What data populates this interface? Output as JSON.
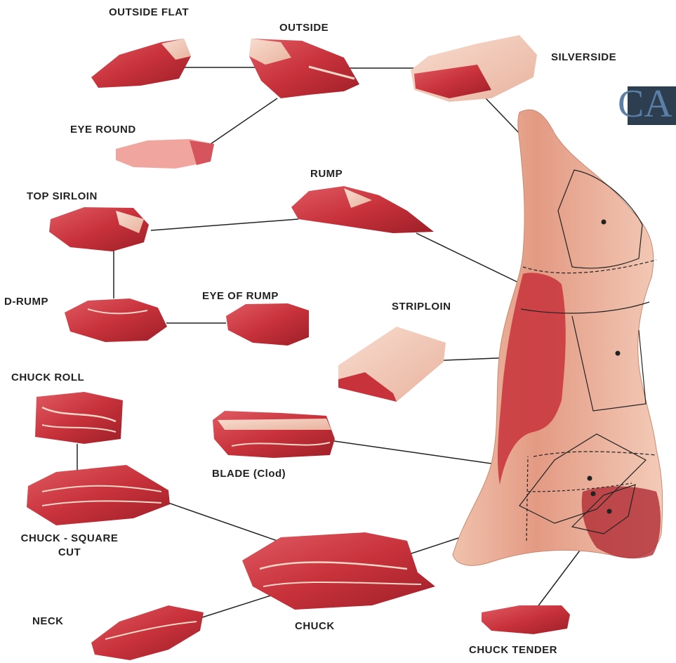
{
  "title_fragment": "CA",
  "labels": {
    "outside_flat": "OUTSIDE FLAT",
    "outside": "OUTSIDE",
    "silverside": "SILVERSIDE",
    "eye_round": "EYE ROUND",
    "rump": "RUMP",
    "top_sirloin": "TOP SIRLOIN",
    "d_rump": "D-RUMP",
    "eye_of_rump": "EYE OF RUMP",
    "striploin": "STRIPLOIN",
    "chuck_roll": "CHUCK ROLL",
    "blade": "BLADE (Clod)",
    "chuck_square_cut_line1": "CHUCK - SQUARE",
    "chuck_square_cut_line2": "CUT",
    "neck": "NECK",
    "chuck": "CHUCK",
    "chuck_tender": "CHUCK TENDER"
  },
  "colors": {
    "meat": "#c8323b",
    "meat_dark": "#a0222b",
    "fat": "#f2c9b8",
    "carcass": "#e8a88c",
    "line": "#222222"
  }
}
